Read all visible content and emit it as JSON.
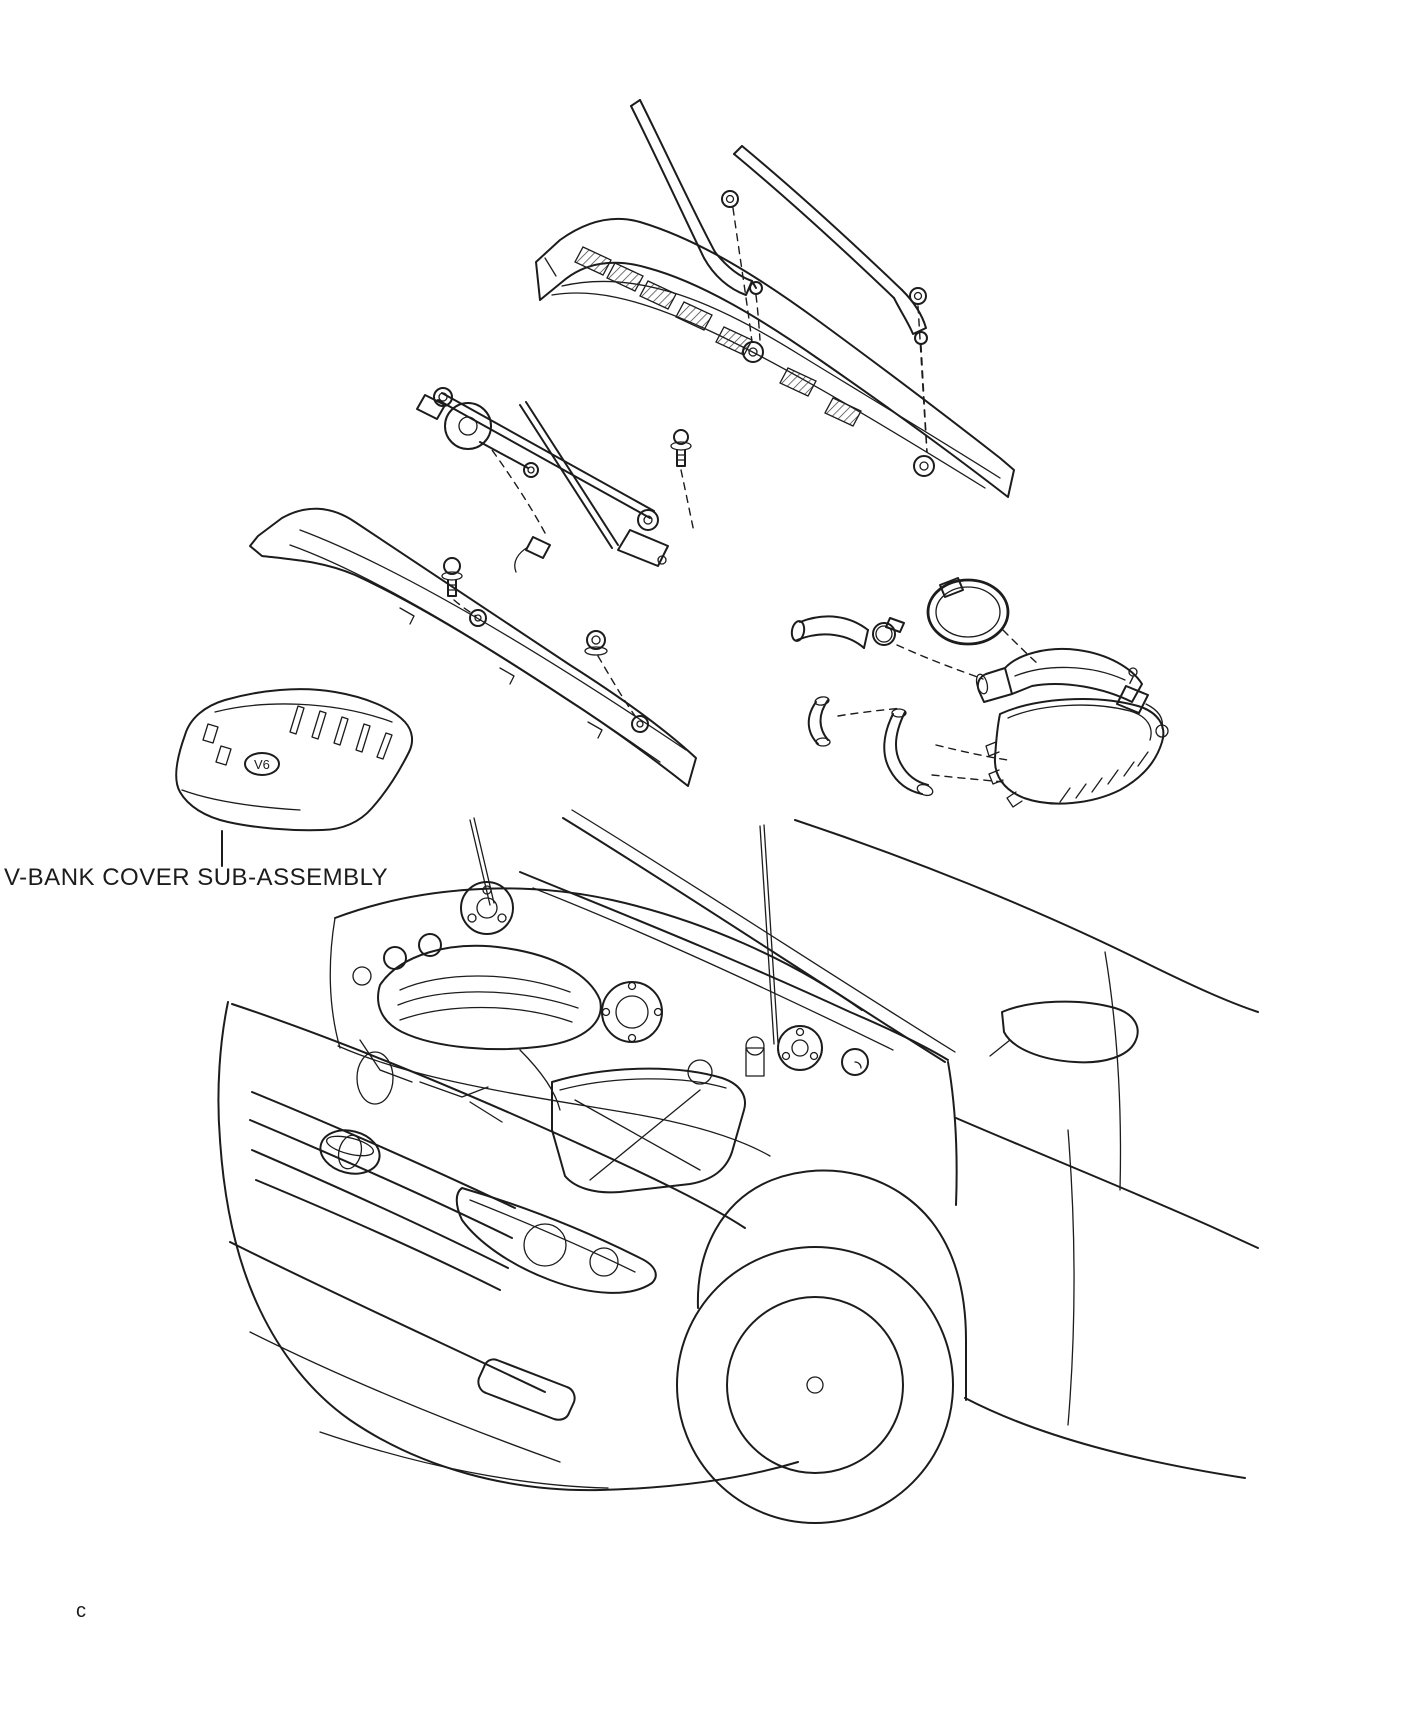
{
  "theme": {
    "line_color": "#1c1c1c",
    "background": "#ffffff"
  },
  "labels": {
    "vbank_cover": "V-BANK COVER SUB-ASSEMBLY",
    "engine_badge": "V6",
    "page_marker": "c"
  }
}
